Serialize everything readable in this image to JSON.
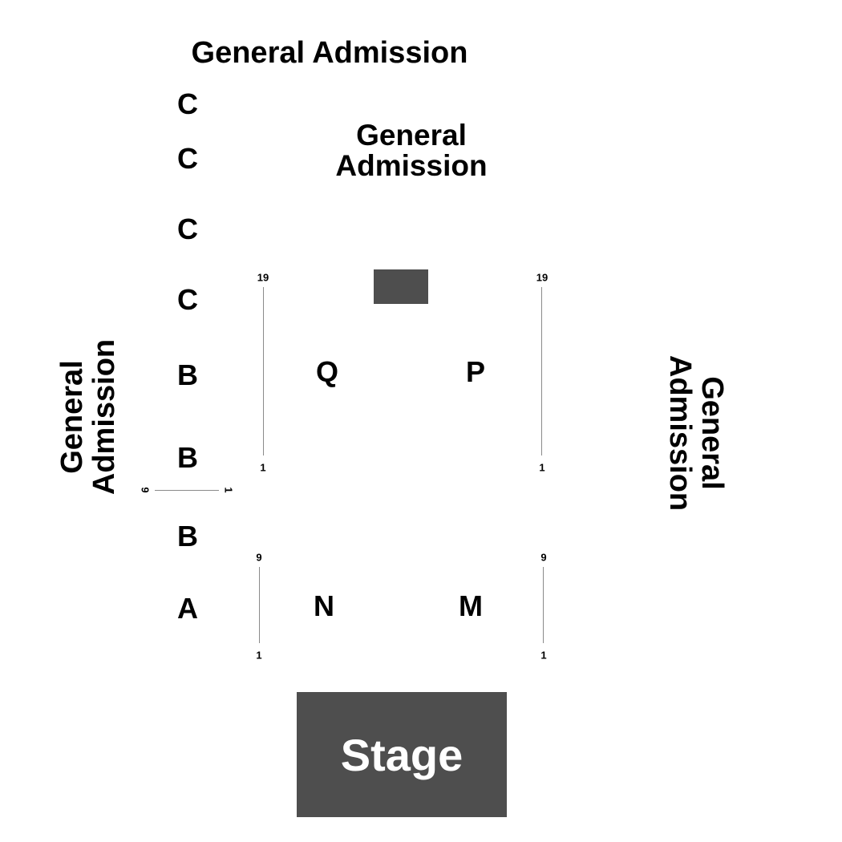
{
  "general_admission": {
    "top": "General Admission",
    "middle": [
      "General",
      "Admission"
    ],
    "left": [
      "General",
      "Admission"
    ],
    "right": [
      "General",
      "Admission"
    ]
  },
  "left_rows": [
    "C",
    "C",
    "C",
    "C",
    "B",
    "B",
    "B",
    "A"
  ],
  "sections": {
    "q": "Q",
    "p": "P",
    "n": "N",
    "m": "M"
  },
  "row_numbers": {
    "q_top": "19",
    "q_bottom": "1",
    "p_top": "19",
    "p_bottom": "1",
    "n_top": "9",
    "n_bottom": "1",
    "m_top": "9",
    "m_bottom": "1",
    "side_left": "9",
    "side_right": "1"
  },
  "stage": {
    "label": "Stage"
  },
  "colors": {
    "block_fill": "#4e4e4e",
    "row_line": "#8a8a8a",
    "text": "#000000",
    "stage_text": "#ffffff"
  }
}
